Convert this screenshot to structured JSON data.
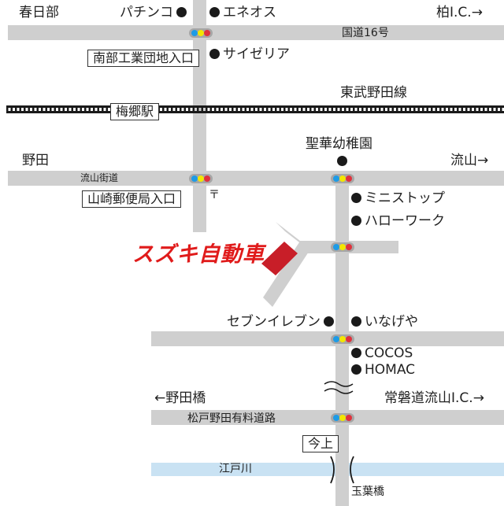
{
  "colors": {
    "road": "#cfcfcf",
    "river": "#c9e2f3",
    "railway": "#1a1a1a",
    "title_red": "#e01b1b",
    "marker_red": "#c81e28",
    "signal_blue": "#1e9be6",
    "signal_yellow": "#f3e600",
    "signal_red": "#e0323c"
  },
  "labels": {
    "kasukabe": "春日部",
    "pachinko": "パチンコ",
    "eneos": "エネオス",
    "kashiwa_ic": "柏I.C.→",
    "route16": "国道16号",
    "nanbu_industrial": "南部工業団地入口",
    "saizeriya": "サイゼリア",
    "tobu_noda_line": "東武野田線",
    "umesato_station": "梅郷駅",
    "seika_kindergarten": "聖華幼稚園",
    "noda": "野田",
    "nagareyama": "流山→",
    "nagareyama_kaido": "流山街道",
    "yamazaki_post": "山崎郵便局入口",
    "post_symbol": "〒",
    "ministop": "ミニストップ",
    "hellowork": "ハローワーク",
    "title": "スズキ自動車",
    "seven_eleven": "セブンイレブン",
    "inageya": "いなげや",
    "cocos": "COCOS",
    "homac": "HOMAC",
    "nodabashi": "←野田橋",
    "joban_ic": "常磐道流山I.C.→",
    "toll_road": "松戸野田有料道路",
    "imagami": "今上",
    "edogawa": "江戸川",
    "tamabashi": "玉葉橋"
  }
}
